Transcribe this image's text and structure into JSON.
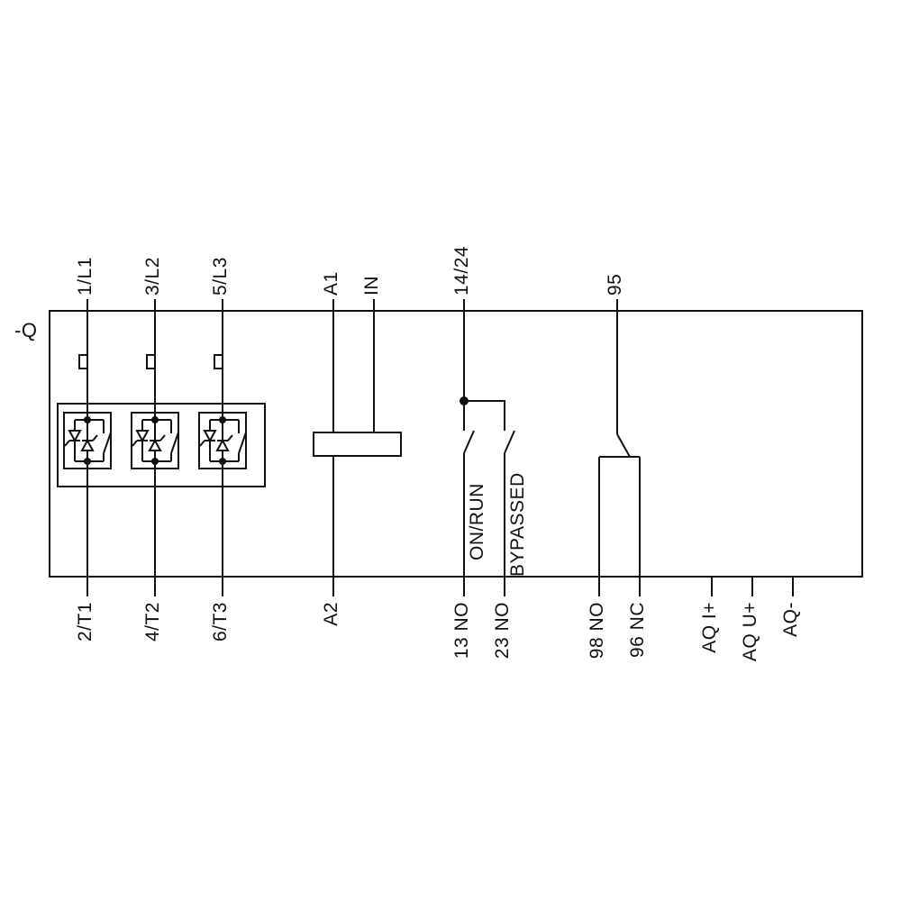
{
  "diagram": {
    "device_label": "-Q",
    "terminals_top": {
      "l1": "1/L1",
      "l2": "3/L2",
      "l3": "5/L3",
      "a1": "A1",
      "in": "IN",
      "aux_14_24": "14/24",
      "aux_95": "95"
    },
    "terminals_bottom": {
      "t1": "2/T1",
      "t2": "4/T2",
      "t3": "6/T3",
      "a2": "A2",
      "no_13": "13 NO",
      "no_23": "23 NO",
      "no_98": "98 NO",
      "nc_96": "96 NC",
      "aq_i": "AQ I+",
      "aq_u": "AQ U+",
      "aq_minus": "AQ-"
    },
    "annotations": {
      "on_run": "ON/RUN",
      "bypassed": "BYPASSED"
    },
    "colors": {
      "line": "#111111",
      "background": "#ffffff"
    }
  }
}
